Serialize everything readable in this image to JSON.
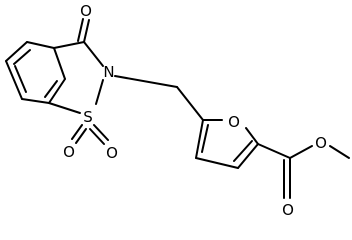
{
  "atoms": {
    "carbonyl_o": "O",
    "ring_n": "N",
    "sulfur": "S",
    "sulfonyl_o_left": "O",
    "sulfonyl_o_right": "O",
    "furan_o": "O",
    "ester_o_carbonyl": "O",
    "ester_o_single": "O"
  },
  "colors": {
    "bond": "#000000",
    "label": "#000000",
    "background": "#ffffff"
  }
}
